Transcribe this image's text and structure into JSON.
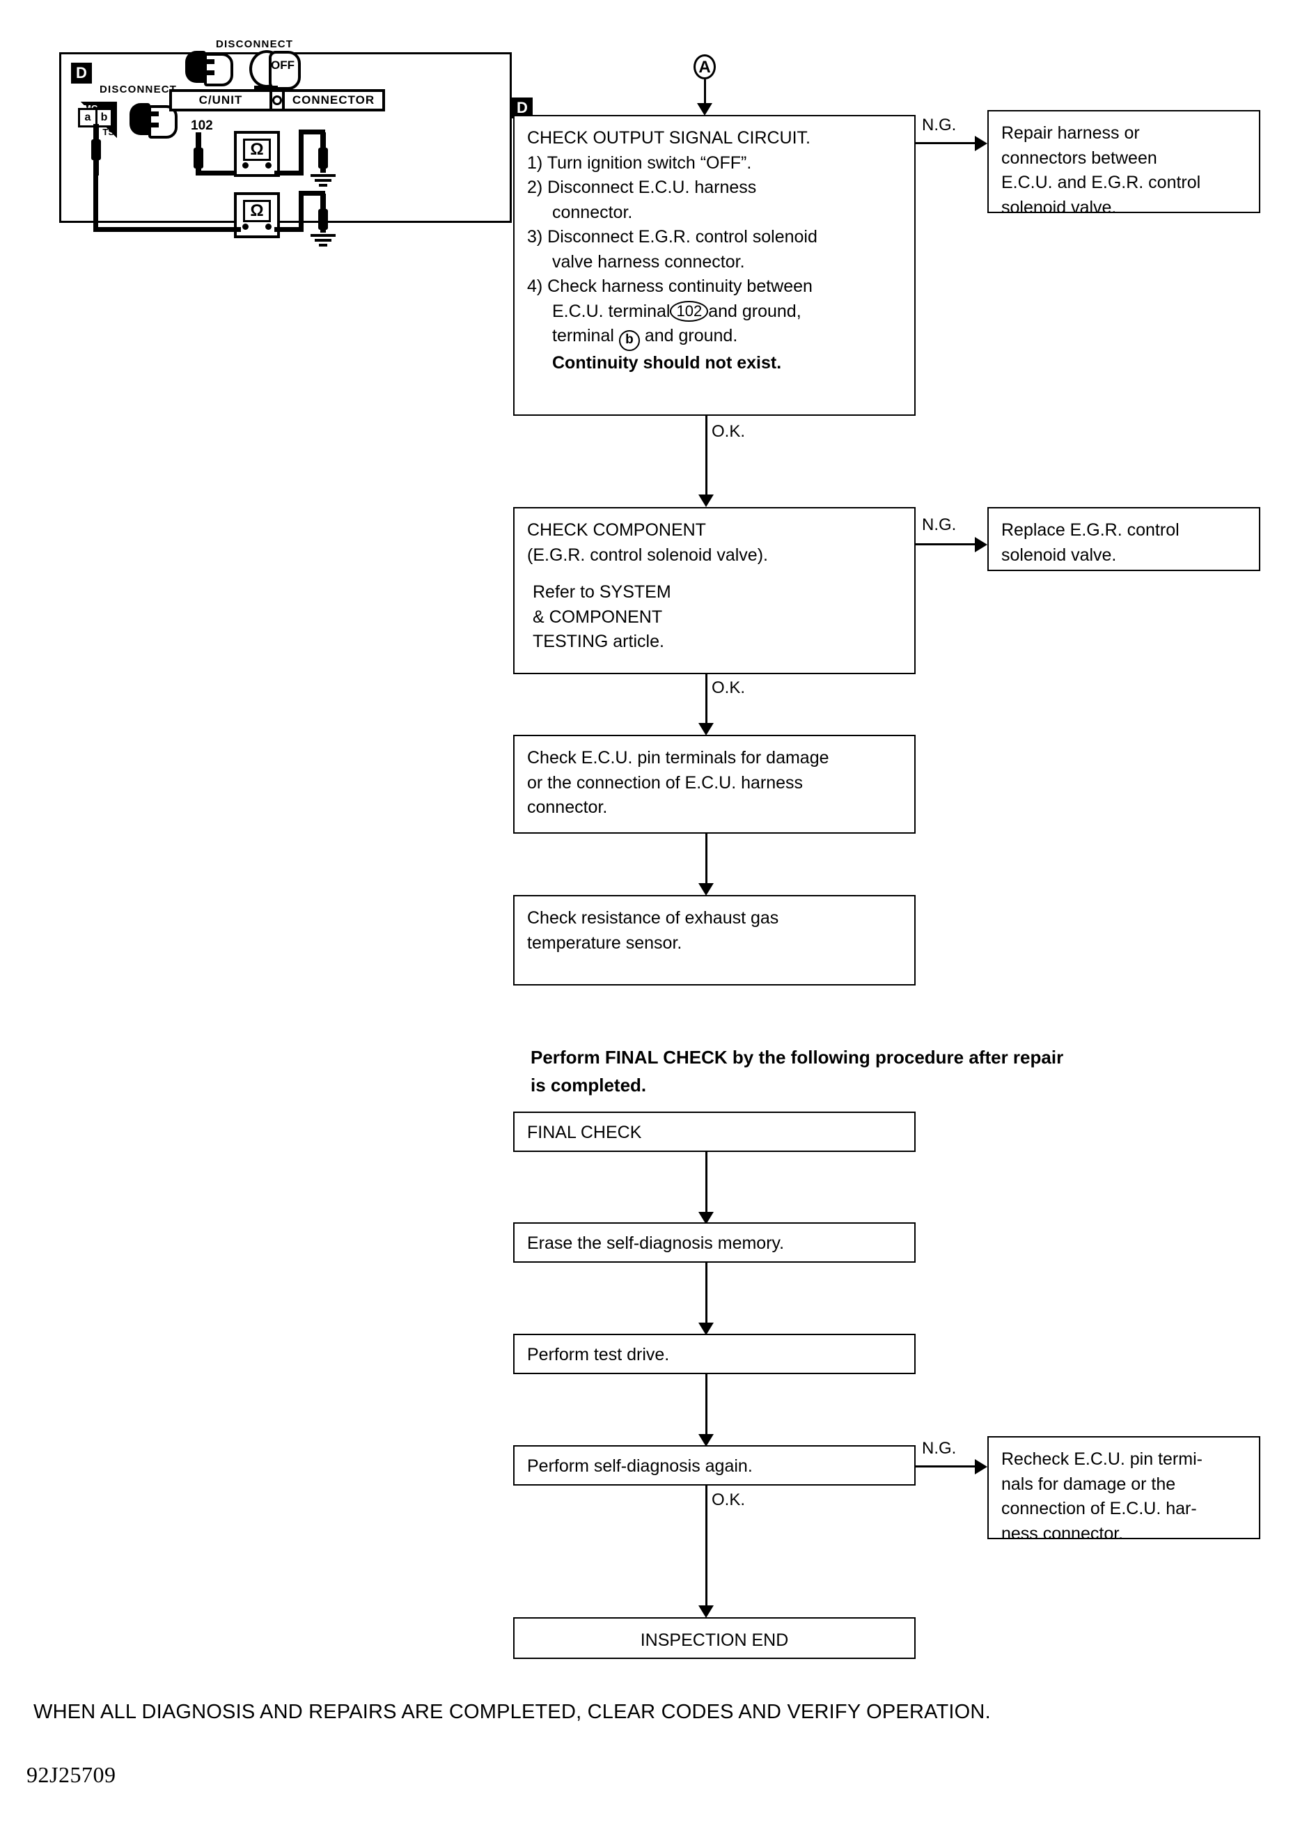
{
  "illustration": {
    "panel_letter": "D",
    "disconnect_label_left": "DISCONNECT",
    "disconnect_label_right": "DISCONNECT",
    "mcts_icon": {
      "top_text": "MC",
      "bottom_text": "TS"
    },
    "ignition_key_text": "OFF",
    "connector_bar": {
      "left_text": "C/UNIT",
      "right_text": "CONNECTOR"
    },
    "terminal_lead_label": "102",
    "ab_connector": {
      "a": "a",
      "b": "b"
    },
    "meter_symbol": "Ω"
  },
  "nodes": {
    "entry_node_label": "A"
  },
  "flow": {
    "box1": {
      "panel_letter": "D",
      "title": "CHECK OUTPUT SIGNAL CIRCUIT.",
      "step1": "1) Turn ignition switch “OFF”.",
      "step2a": "2) Disconnect E.C.U. harness",
      "step2b": "connector.",
      "step3a": "3) Disconnect E.G.R. control solenoid",
      "step3b": "valve harness connector.",
      "step4a": "4) Check harness continuity between",
      "step4b_pre": "E.C.U. terminal",
      "step4b_circled": "102",
      "step4b_post": "and ground,",
      "step4c_pre": "terminal",
      "step4c_circled": "b",
      "step4c_post": "and ground.",
      "conclusion": "Continuity should not exist.",
      "out_ng": "N.G.",
      "out_ok": "O.K."
    },
    "box1_ng": {
      "line1": "Repair harness or",
      "line2": "connectors between",
      "line3": "E.C.U. and E.G.R. control",
      "line4": "solenoid valve."
    },
    "box2": {
      "title": "CHECK COMPONENT",
      "subtitle": "(E.G.R. control solenoid valve).",
      "refer1": "Refer to SYSTEM",
      "refer2": "& COMPONENT",
      "refer3": "TESTING article.",
      "out_ng": "N.G.",
      "out_ok": "O.K."
    },
    "box2_ng": {
      "line1": "Replace E.G.R. control",
      "line2": "solenoid valve."
    },
    "box3": {
      "line1": "Check E.C.U. pin terminals for damage",
      "line2": "or the connection of E.C.U. harness",
      "line3": "connector."
    },
    "box4": {
      "line1": "Check resistance of exhaust gas",
      "line2": "temperature sensor."
    },
    "final_check_heading_line1": "Perform FINAL CHECK by the following procedure after repair",
    "final_check_heading_line2": "is completed.",
    "box5": {
      "line1": "FINAL CHECK"
    },
    "box6": {
      "line1": "Erase the self-diagnosis memory."
    },
    "box7": {
      "line1": "Perform test drive."
    },
    "box8": {
      "line1": "Perform self-diagnosis again.",
      "out_ng": "N.G.",
      "out_ok": "O.K."
    },
    "box8_ng": {
      "line1": "Recheck E.C.U. pin termi-",
      "line2": "nals for damage or the",
      "line3": "connection of E.C.U. har-",
      "line4": "ness connector."
    },
    "box9": {
      "line1": "INSPECTION END"
    }
  },
  "footer": {
    "note": "WHEN ALL DIAGNOSIS AND REPAIRS ARE COMPLETED, CLEAR CODES AND VERIFY OPERATION.",
    "figure_code": "92J25709"
  }
}
